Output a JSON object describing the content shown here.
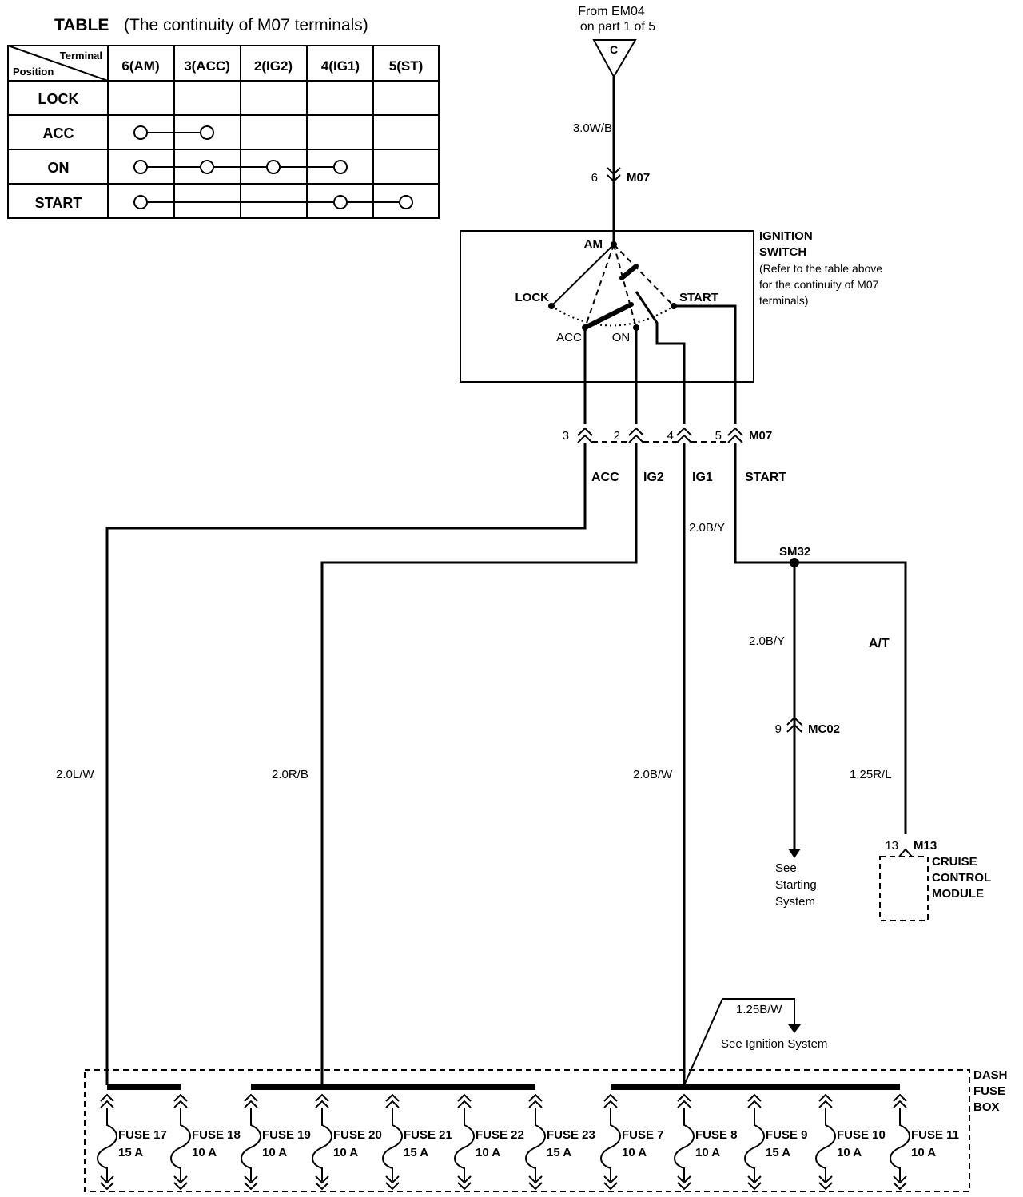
{
  "table": {
    "title_bold": "TABLE",
    "title_rest": "(The continuity of M07 terminals)",
    "corner_top": "Terminal",
    "corner_bottom": "Position",
    "columns": [
      "6(AM)",
      "3(ACC)",
      "2(IG2)",
      "4(IG1)",
      "5(ST)"
    ],
    "rows": [
      {
        "position": "LOCK",
        "connected": []
      },
      {
        "position": "ACC",
        "connected": [
          0,
          1
        ]
      },
      {
        "position": "ON",
        "connected": [
          0,
          1,
          2,
          3
        ]
      },
      {
        "position": "START",
        "connected": [
          0,
          3,
          4
        ]
      }
    ]
  },
  "source": {
    "line1": "From EM04",
    "line2": "on part 1 of 5",
    "connector": "C"
  },
  "am_wire": {
    "label": "3.0W/B",
    "pin": "6",
    "connector": "M07"
  },
  "ignition_switch": {
    "title1": "IGNITION",
    "title2": "SWITCH",
    "note1": "(Refer to the table above",
    "note2": "for the continuity of M07",
    "note3": "terminals)",
    "am": "AM",
    "lock": "LOCK",
    "acc": "ACC",
    "on": "ON",
    "start": "START"
  },
  "m07_outputs": {
    "pins": [
      "3",
      "2",
      "4",
      "5"
    ],
    "connector": "M07",
    "circuits": [
      "ACC",
      "IG2",
      "IG1",
      "START"
    ]
  },
  "wires": {
    "acc": "2.0L/W",
    "ig2": "2.0R/B",
    "ig1_upper": "2.0B/Y",
    "ig1_lower": "2.0B/W",
    "start_down": "2.0B/Y",
    "at_label": "A/T",
    "at_wire": "1.25R/L",
    "ignition_branch": "1.25B/W"
  },
  "splice": "SM32",
  "mc02": {
    "pin": "9",
    "connector": "MC02"
  },
  "starting": {
    "line1": "See",
    "line2": "Starting",
    "line3": "System"
  },
  "ignition_ref": "See Ignition System",
  "cruise": {
    "pin": "13",
    "connector": "M13",
    "line1": "CRUISE",
    "line2": "CONTROL",
    "line3": "MODULE"
  },
  "fuse_box": {
    "line1": "DASH",
    "line2": "FUSE",
    "line3": "BOX"
  },
  "fuses": [
    {
      "name": "FUSE 17",
      "rating": "15 A"
    },
    {
      "name": "FUSE 18",
      "rating": "10 A"
    },
    {
      "name": "FUSE 19",
      "rating": "10 A"
    },
    {
      "name": "FUSE 20",
      "rating": "10 A"
    },
    {
      "name": "FUSE 21",
      "rating": "15 A"
    },
    {
      "name": "FUSE 22",
      "rating": "10 A"
    },
    {
      "name": "FUSE 23",
      "rating": "15 A"
    },
    {
      "name": "FUSE 7",
      "rating": "10 A"
    },
    {
      "name": "FUSE 8",
      "rating": "10 A"
    },
    {
      "name": "FUSE 9",
      "rating": "15 A"
    },
    {
      "name": "FUSE 10",
      "rating": "10 A"
    },
    {
      "name": "FUSE 11",
      "rating": "10 A"
    }
  ]
}
